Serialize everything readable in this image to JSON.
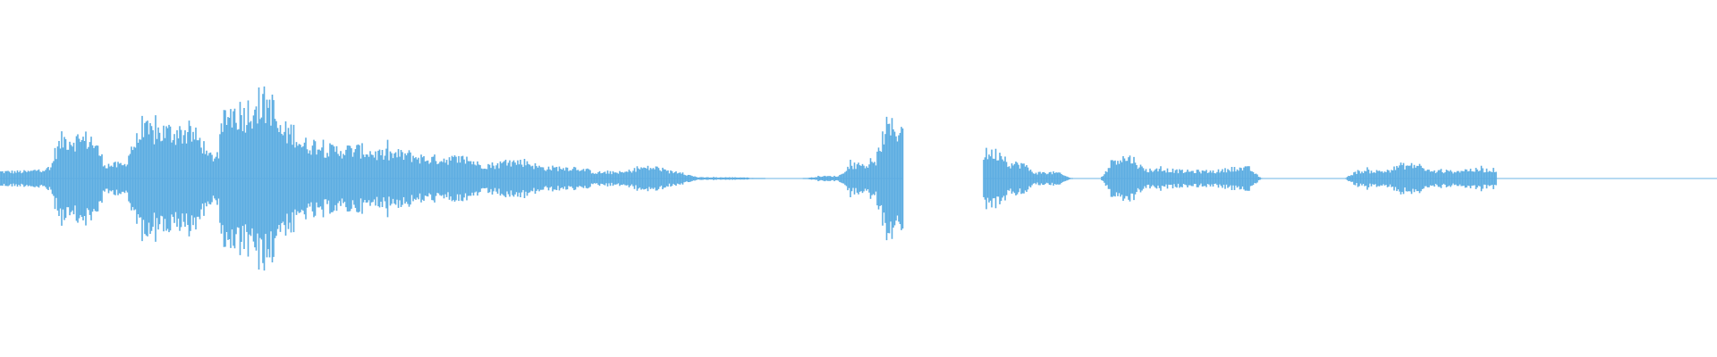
{
  "waveform": {
    "color": "#5dade2",
    "duration_frac": 1.0,
    "segments": [
      {
        "start": 0.0,
        "end": 0.038,
        "amp": 0.09
      },
      {
        "start": 0.038,
        "end": 0.06,
        "amp": 0.12
      },
      {
        "start": 0.06,
        "end": 0.11,
        "amp": 0.52
      },
      {
        "start": 0.11,
        "end": 0.145,
        "amp": 0.18
      },
      {
        "start": 0.145,
        "end": 0.225,
        "amp": 0.62
      },
      {
        "start": 0.225,
        "end": 0.245,
        "amp": 0.3
      },
      {
        "start": 0.245,
        "end": 0.278,
        "amp": 0.88
      },
      {
        "start": 0.278,
        "end": 0.305,
        "amp": 1.0
      },
      {
        "start": 0.305,
        "end": 0.33,
        "amp": 0.62
      },
      {
        "start": 0.33,
        "end": 0.355,
        "amp": 0.45
      },
      {
        "start": 0.355,
        "end": 0.41,
        "amp": 0.38
      },
      {
        "start": 0.41,
        "end": 0.46,
        "amp": 0.32
      },
      {
        "start": 0.46,
        "end": 0.525,
        "amp": 0.26
      },
      {
        "start": 0.525,
        "end": 0.555,
        "amp": 0.18
      },
      {
        "start": 0.555,
        "end": 0.59,
        "amp": 0.22
      },
      {
        "start": 0.59,
        "end": 0.65,
        "amp": 0.14
      },
      {
        "start": 0.65,
        "end": 0.7,
        "amp": 0.08
      },
      {
        "start": 0.7,
        "end": 0.735,
        "amp": 0.14
      },
      {
        "start": 0.735,
        "end": 0.76,
        "amp": 0.09
      },
      {
        "start": 0.76,
        "end": 0.835,
        "amp": 0.015
      },
      {
        "start": 0.835,
        "end": 0.9,
        "amp": 0.0
      },
      {
        "start": 0.9,
        "end": 0.935,
        "amp": 0.03
      },
      {
        "start": 0.935,
        "end": 0.975,
        "amp": 0.18
      },
      {
        "start": 0.975,
        "end": 1.0,
        "amp": 0.66
      }
    ],
    "segments_b": [
      {
        "start": 0.0,
        "end": 0.03,
        "amp": 0.35
      },
      {
        "start": 0.03,
        "end": 0.06,
        "amp": 0.2
      },
      {
        "start": 0.06,
        "end": 0.11,
        "amp": 0.08
      },
      {
        "start": 0.11,
        "end": 0.17,
        "amp": 0.0
      },
      {
        "start": 0.17,
        "end": 0.21,
        "amp": 0.28
      },
      {
        "start": 0.21,
        "end": 0.26,
        "amp": 0.12
      },
      {
        "start": 0.26,
        "end": 0.33,
        "amp": 0.1
      },
      {
        "start": 0.33,
        "end": 0.37,
        "amp": 0.14
      },
      {
        "start": 0.37,
        "end": 0.42,
        "amp": 0.0
      },
      {
        "start": 0.42,
        "end": 0.46,
        "amp": 0.0
      },
      {
        "start": 0.46,
        "end": 0.5,
        "amp": 0.0
      },
      {
        "start": 0.5,
        "end": 0.56,
        "amp": 0.1
      },
      {
        "start": 0.56,
        "end": 0.6,
        "amp": 0.18
      },
      {
        "start": 0.6,
        "end": 0.65,
        "amp": 0.1
      },
      {
        "start": 0.65,
        "end": 0.7,
        "amp": 0.12
      }
    ]
  }
}
